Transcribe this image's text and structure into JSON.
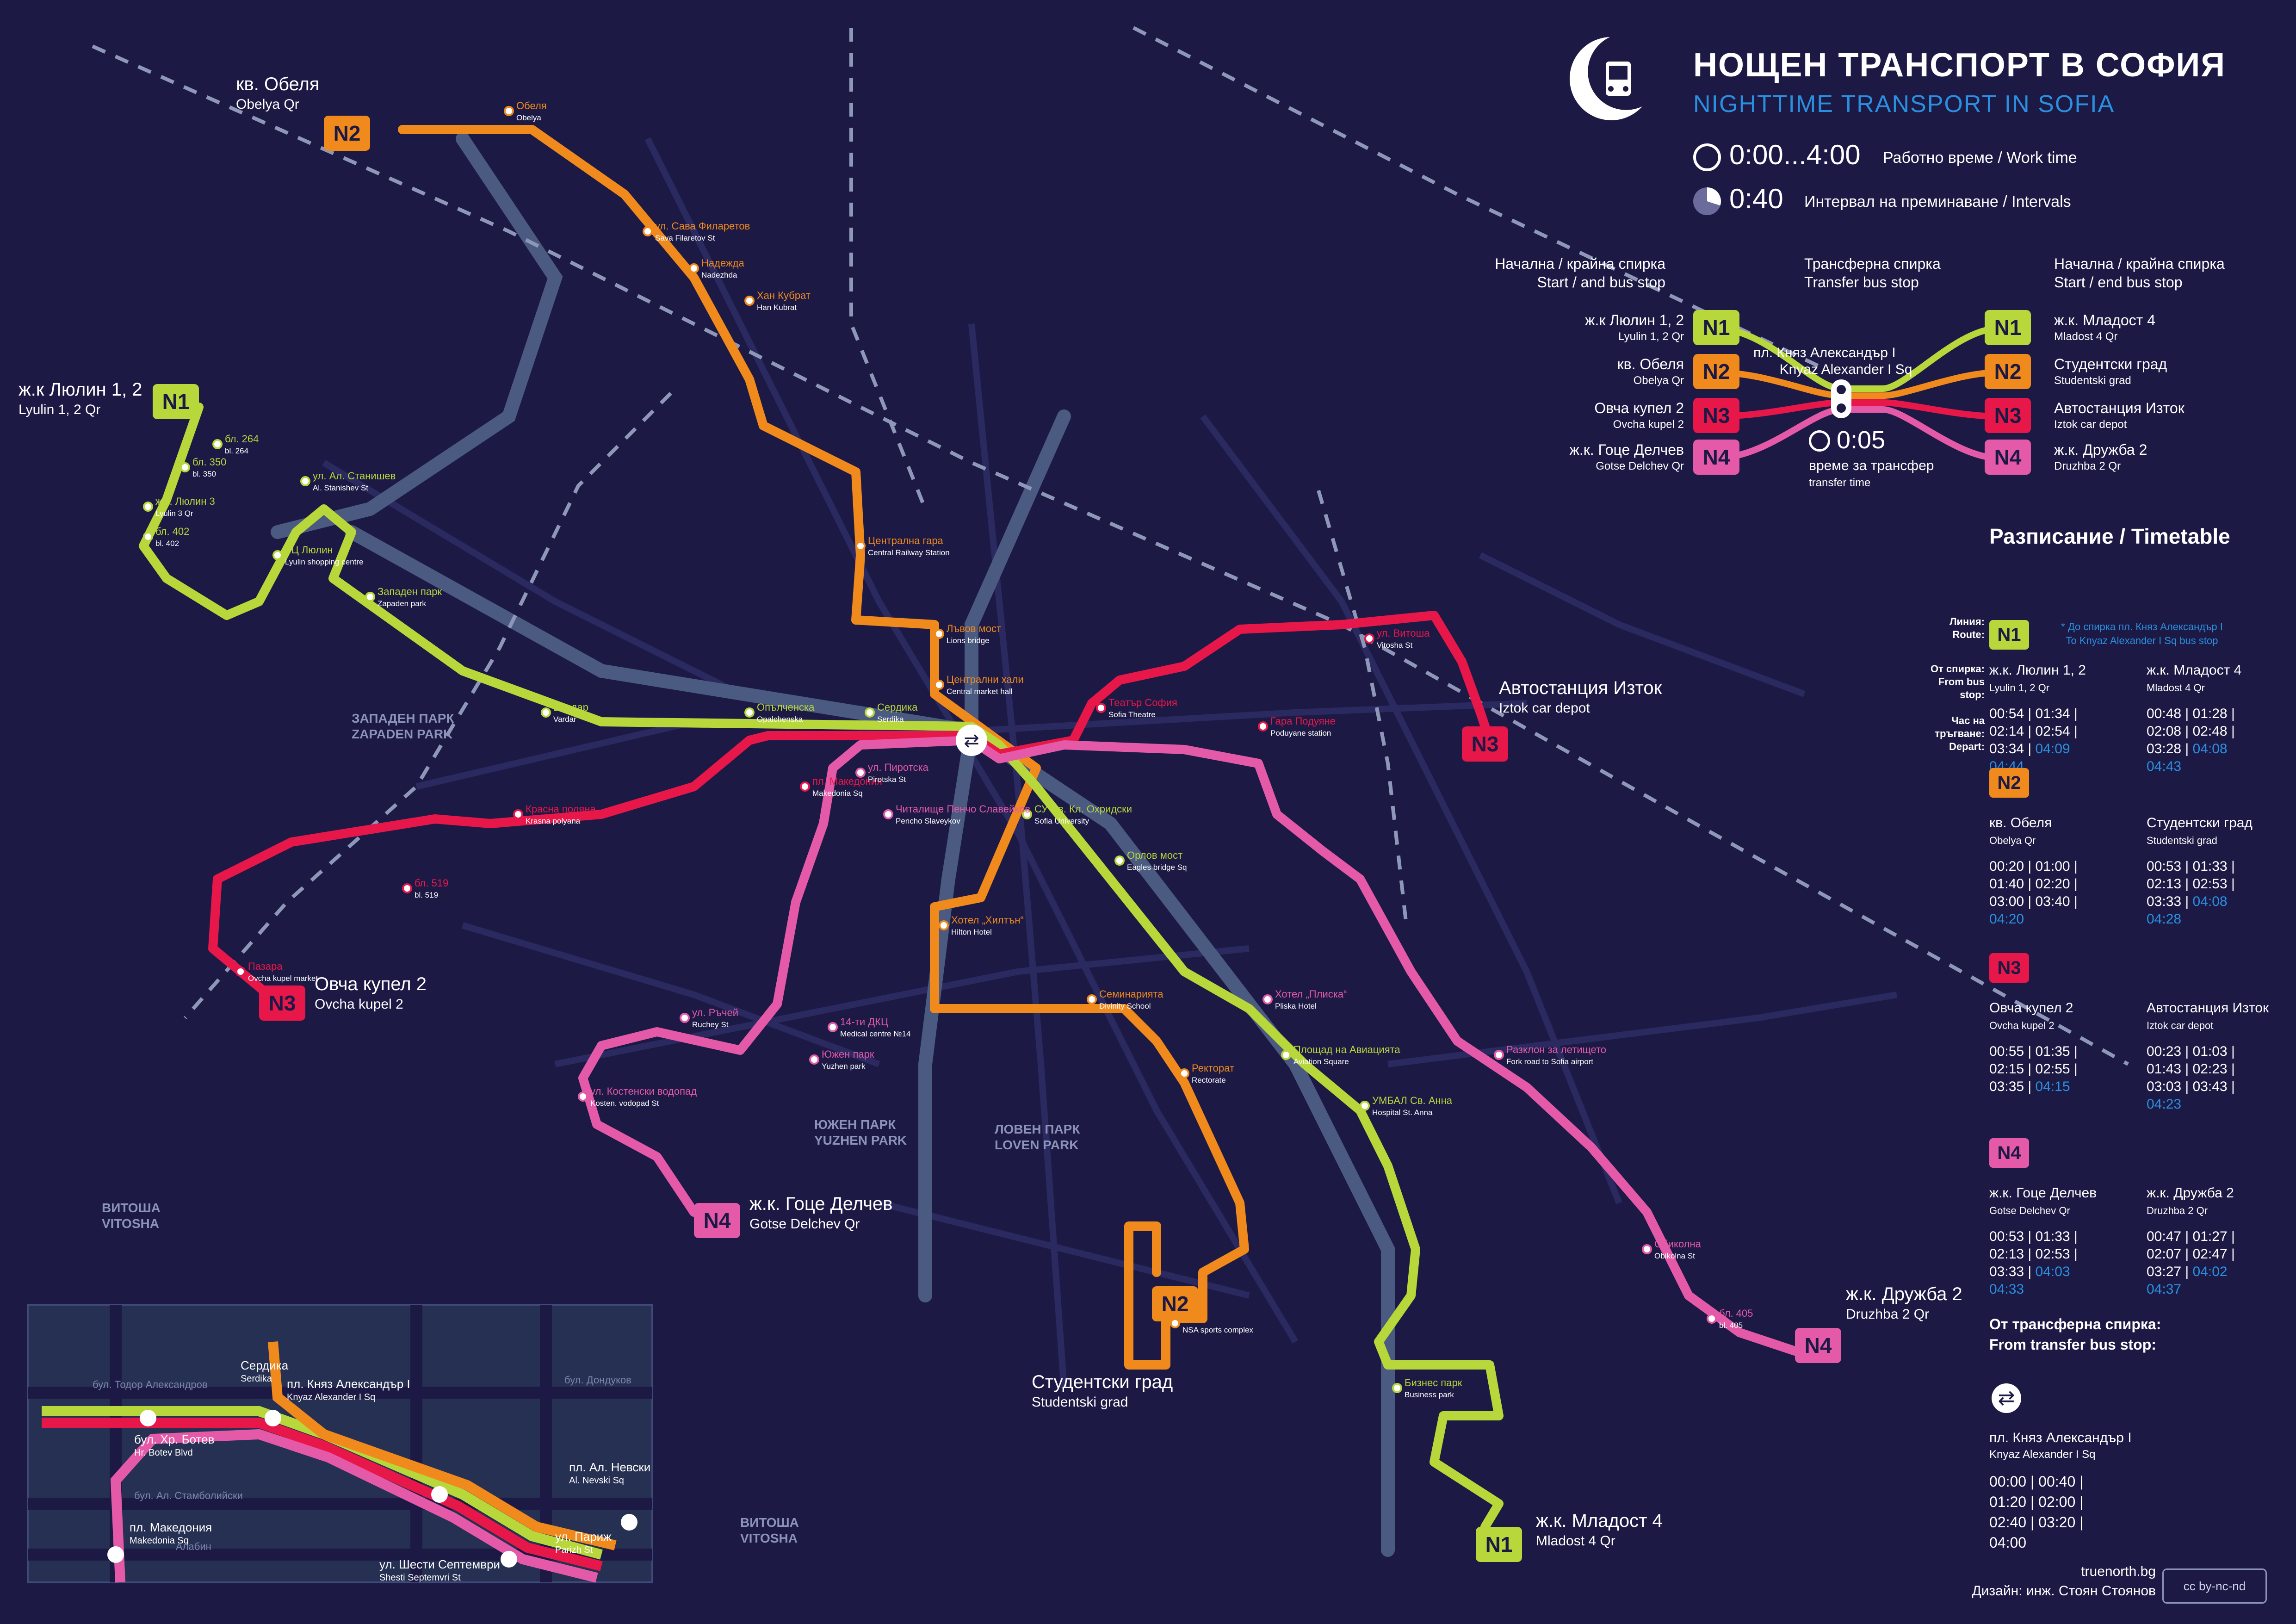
{
  "header": {
    "title_bg": "НОЩЕН ТРАНСПОРТ В СОФИЯ",
    "title_en": "NIGHTTIME  TRANSPORT IN SOFIA",
    "work_time_value": "0:00...4:00",
    "work_time_label": "Работно време / Work time",
    "interval_value": "0:40",
    "interval_label": "Интервал на преминаване / Intervals"
  },
  "legend": {
    "start_end_bg": "Начална / крайна спирка",
    "start_end_en_left": "Start / and bus stop",
    "transfer_bg": "Трансферна спирка",
    "transfer_en": "Transfer bus stop",
    "start_end_en_right": "Start / end bus stop",
    "transfer_stop_bg": "пл. Княз Александър I",
    "transfer_stop_en": "Knyaz Alexander I Sq",
    "transfer_time_value": "0:05",
    "transfer_time_bg": "време за трансфер",
    "transfer_time_en": "transfer time",
    "routes": [
      {
        "id": "N1",
        "color": "#b7d73a",
        "text_color": "#1c1a45",
        "left_bg": "ж.к Люлин 1, 2",
        "left_en": "Lyulin 1, 2 Qr",
        "right_bg": "ж.к. Младост 4",
        "right_en": "Mladost 4 Qr"
      },
      {
        "id": "N2",
        "color": "#f08a1c",
        "text_color": "#1c1a45",
        "left_bg": "кв. Обеля",
        "left_en": "Obelya Qr",
        "right_bg": "Студентски град",
        "right_en": "Studentski grad"
      },
      {
        "id": "N3",
        "color": "#e8174a",
        "text_color": "#1c1a45",
        "left_bg": "Овча купел 2",
        "left_en": "Ovcha kupel 2",
        "right_bg": "Автостанция Изток",
        "right_en": "Iztok car depot"
      },
      {
        "id": "N4",
        "color": "#e45aa9",
        "text_color": "#1c1a45",
        "left_bg": "ж.к. Гоце Делчев",
        "left_en": "Gotse Delchev Qr",
        "right_bg": "ж.к. Дружба 2",
        "right_en": "Druzhba 2 Qr"
      }
    ]
  },
  "timetable": {
    "title": "Разписание / Timetable",
    "line_label_bg": "Линия:",
    "line_label_en": "Route:",
    "from_stop_bg": "От спирка:",
    "from_stop_en": "From bus stop:",
    "depart_bg": "Час на тръгване:",
    "depart_en": "Depart:",
    "note_bg": "* До спирка пл. Княз Александър I",
    "note_en": "To Knyaz Alexander I Sq bus stop",
    "blocks": [
      {
        "id": "N1",
        "color": "#b7d73a",
        "left_bg": "ж.к. Люлин 1, 2",
        "left_en": "Lyulin 1, 2 Qr",
        "left_times": [
          "00:54 | 01:34 |",
          "02:14 | 02:54 |",
          "03:34 |"
        ],
        "left_hl": "04:09",
        "left_last": "04:44",
        "right_bg": "ж.к. Младост 4",
        "right_en": "Mladost 4 Qr",
        "right_times": [
          "00:48 | 01:28 |",
          "02:08 | 02:48 |",
          "03:28 |"
        ],
        "right_hl": "04:08",
        "right_last": "04:43"
      },
      {
        "id": "N2",
        "color": "#f08a1c",
        "left_bg": "кв. Обеля",
        "left_en": "Obelya Qr",
        "left_times": [
          "00:20 | 01:00 |",
          "01:40 | 02:20 |",
          "03:00 | 03:40 |"
        ],
        "left_hl": "",
        "left_last": "04:20",
        "right_bg": "Студентски град",
        "right_en": "Studentski grad",
        "right_times": [
          "00:53 | 01:33 |",
          "02:13 | 02:53 |",
          "03:33 |"
        ],
        "right_hl": "04:08",
        "right_last": "04:28"
      },
      {
        "id": "N3",
        "color": "#e8174a",
        "left_bg": "Овча купел 2",
        "left_en": "Ovcha kupel 2",
        "left_times": [
          "00:55 | 01:35 |",
          "02:15 | 02:55 |",
          "03:35 |"
        ],
        "left_hl": "04:15",
        "left_last": "",
        "right_bg": "Автостанция Изток",
        "right_en": "Iztok car depot",
        "right_times": [
          "00:23 | 01:03 |",
          "01:43 | 02:23 |",
          "03:03 | 03:43 |"
        ],
        "right_hl": "",
        "right_last": "04:23"
      },
      {
        "id": "N4",
        "color": "#e45aa9",
        "left_bg": "ж.к. Гоце Делчев",
        "left_en": "Gotse Delchev Qr",
        "left_times": [
          "00:53 | 01:33 |",
          "02:13 | 02:53 |",
          "03:33 |"
        ],
        "left_hl": "04:03",
        "left_last": "04:33",
        "right_bg": "ж.к. Дружба 2",
        "right_en": "Druzhba 2 Qr",
        "right_times": [
          "00:47 | 01:27 |",
          "02:07 | 02:47 |",
          "03:27 |"
        ],
        "right_hl": "04:02",
        "right_last": "04:37"
      }
    ],
    "transfer_title_bg": "От трансферна спирка:",
    "transfer_title_en": "From transfer bus stop:",
    "transfer_stop_bg": "пл. Княз Александър I",
    "transfer_stop_en": "Knyaz Alexander I Sq",
    "transfer_times": [
      "00:00 | 00:40 |",
      "01:20 | 02:00 |",
      "02:40 | 03:20 |",
      "04:00"
    ]
  },
  "termini": {
    "obelya": {
      "bg": "кв. Обеля",
      "en": "Obelya Qr",
      "route": "N2"
    },
    "lyulin": {
      "bg": "ж.к Люлин 1, 2",
      "en": "Lyulin 1, 2 Qr",
      "route": "N1"
    },
    "ovcha": {
      "bg": "Овча купел 2",
      "en": "Ovcha kupel 2",
      "route": "N3"
    },
    "gotse": {
      "bg": "ж.к. Гоце Делчев",
      "en": "Gotse Delchev Qr",
      "route": "N4"
    },
    "studentski": {
      "bg": "Студентски град",
      "en": "Studentski grad",
      "route": "N2"
    },
    "mladost": {
      "bg": "ж.к. Младост 4",
      "en": "Mladost 4 Qr",
      "route": "N1"
    },
    "druzhba": {
      "bg": "ж.к. Дружба 2",
      "en": "Druzhba 2 Qr",
      "route": "N4"
    },
    "iztok": {
      "bg": "Автостанция Изток",
      "en": "Iztok car depot",
      "route": "N3"
    }
  },
  "areas": {
    "zapaden": "ЗАПАДЕН ПАРК\nZAPADEN PARK",
    "yuzhen": "ЮЖЕН ПАРК\nYUZHEN PARK",
    "loven": "ЛОВЕН ПАРК\nLOVEN PARK",
    "vitosha1": "ВИТОША\nVITOSHA",
    "vitosha2": "ВИТОША\nVITOSHA"
  },
  "stops_n1": [
    {
      "bg": "бл. 350",
      "en": "bl. 350"
    },
    {
      "bg": "бл. 264",
      "en": "bl. 264"
    },
    {
      "bg": "ж.к. Люлин 3",
      "en": "Lyulin 3 Qr"
    },
    {
      "bg": "бл. 402",
      "en": "bl. 402"
    },
    {
      "bg": "ул. Ал. Станишев",
      "en": "Al. Stanishev St"
    },
    {
      "bg": "ТЦ Люлин",
      "en": "Lyulin shopping centre"
    },
    {
      "bg": "Западен парк",
      "en": "Zapaden park"
    },
    {
      "bg": "Вардар",
      "en": "Vardar"
    },
    {
      "bg": "Опълченска",
      "en": "Opalchenska"
    },
    {
      "bg": "Сердика",
      "en": "Serdika"
    },
    {
      "bg": "СУ Св. Кл. Охридски",
      "en": "Sofia University"
    },
    {
      "bg": "Орлов мост",
      "en": "Eagles bridge Sq"
    },
    {
      "bg": "Площад на Авиацията",
      "en": "Aviation Square"
    },
    {
      "bg": "УМБАЛ Св. Анна",
      "en": "Hospital St. Anna"
    },
    {
      "bg": "Бизнес парк",
      "en": "Business park"
    }
  ],
  "stops_n2": [
    {
      "bg": "Обеля",
      "en": "Obelya"
    },
    {
      "bg": "ул. Сава Филаретов",
      "en": "Sava Filaretov St"
    },
    {
      "bg": "Надежда",
      "en": "Nadezhda"
    },
    {
      "bg": "Хан Кубрат",
      "en": "Han Kubrat"
    },
    {
      "bg": "Централна гара",
      "en": "Central Railway Station"
    },
    {
      "bg": "Лъвов мост",
      "en": "Lions bridge"
    },
    {
      "bg": "Централни хали",
      "en": "Central market hall"
    },
    {
      "bg": "Хотел „Хилтън“",
      "en": "Hilton Hotel"
    },
    {
      "bg": "Семинарията",
      "en": "Divinity School"
    },
    {
      "bg": "Ректорат",
      "en": "Rectorate"
    },
    {
      "bg": "НСА",
      "en": "NSA sports complex"
    }
  ],
  "stops_n3": [
    {
      "bg": "Пазара",
      "en": "Ovcha kupel market"
    },
    {
      "bg": "бл. 519",
      "en": "bl. 519"
    },
    {
      "bg": "Красна поляна",
      "en": "Krasna polyana"
    },
    {
      "bg": "пл. Македония",
      "en": "Makedonia Sq"
    },
    {
      "bg": "Театър София",
      "en": "Sofia Theatre"
    },
    {
      "bg": "Гара Подуяне",
      "en": "Poduyane station"
    },
    {
      "bg": "ул. Витоша",
      "en": "Vitosha St"
    }
  ],
  "stops_n4": [
    {
      "bg": "ул. Ръчей",
      "en": "Ruchey St"
    },
    {
      "bg": "14-ти ДКЦ",
      "en": "Medical centre №14"
    },
    {
      "bg": "Южен парк",
      "en": "Yuzhen park"
    },
    {
      "bg": "ул. Костенски водопад",
      "en": "Kosten. vodopad St"
    },
    {
      "bg": "Читалище Пенчо Славейков",
      "en": "Pencho Slaveykov"
    },
    {
      "bg": "ул. Пиротска",
      "en": "Pirotska St"
    },
    {
      "bg": "Хотел „Плиска“",
      "en": "Pliska Hotel"
    },
    {
      "bg": "Разклон за летището",
      "en": "Fork road to Sofia airport"
    },
    {
      "bg": "Обиколна",
      "en": "Obikolna St"
    },
    {
      "bg": "бл. 405",
      "en": "bl. 405"
    }
  ],
  "inset": {
    "stops": [
      {
        "bg": "бул. Хр. Ботев",
        "en": "Hr. Botev Blvd"
      },
      {
        "bg": "пл. Македония",
        "en": "Makedonia Sq"
      },
      {
        "bg": "Сердика",
        "en": "Serdika"
      },
      {
        "bg": "пл. Княз Александър I",
        "en": "Knyaz Alexander I Sq"
      },
      {
        "bg": "пл. Ал. Невски",
        "en": "Al. Nevski Sq"
      },
      {
        "bg": "ул. Париж",
        "en": "Parizh St"
      },
      {
        "bg": "ул. Шести Септември",
        "en": "Shesti Septemvri St"
      }
    ],
    "streets": {
      "todor": "бул. Тодор Александров",
      "stamboliyski": "бул. Ал. Стамболийски",
      "alabin": "Алабин",
      "dondukov": "бул. Дондуков"
    }
  },
  "footer": {
    "site": "truenorth.bg",
    "credit": "Дизайн: инж. Стоян Стоянов",
    "license": "cc by-nc-nd"
  },
  "colors": {
    "background": "#1c1a45",
    "n1": "#b7d73a",
    "n2": "#f08a1c",
    "n3": "#e8174a",
    "n4": "#e45aa9",
    "highlight": "#2b8fe0",
    "metro": "#49587a",
    "street": "#2a2a5e",
    "rail": "#9aa2c0"
  },
  "icons": [
    "moon-bus-icon",
    "clock-icon",
    "interval-icon",
    "stopwatch-icon",
    "transfer-icon",
    "train-icon",
    "bus-icon",
    "metro-icon",
    "airport-icon"
  ]
}
